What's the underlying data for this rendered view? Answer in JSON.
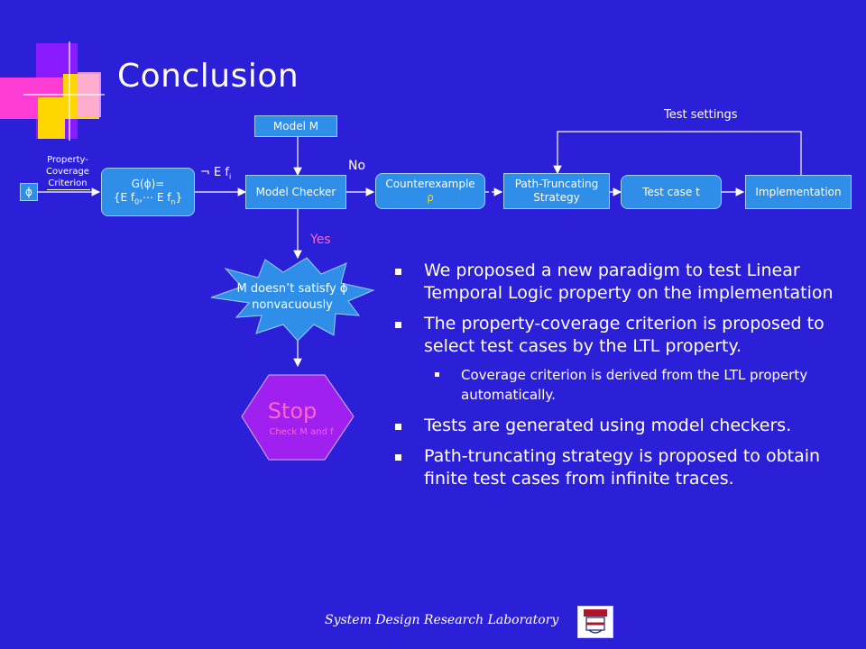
{
  "title": "Conclusion",
  "diagram": {
    "phi": "ϕ",
    "property_coverage": "Property-\nCoverage\nCriterion",
    "g_box_line1": "G(ϕ)=",
    "g_box_line2_prefix": "{E f",
    "g_box_line2_mid": ",⋯ E f",
    "g_box_line2_suffix": "}",
    "sub_0": "0",
    "sub_n": "n",
    "neg_ef_prefix": "¬ E f",
    "sub_i": "i",
    "model_m": "Model M",
    "model_checker": "Model Checker",
    "no_label": "No",
    "yes_label": "Yes",
    "counterexample": "Counterexample",
    "rho": "ρ",
    "path_truncating": "Path-Truncating\nStrategy",
    "test_case": "Test case t",
    "implementation": "Implementation",
    "test_settings": "Test settings",
    "star_text": "M doesn’t satisfy ϕ\nnonvacuously",
    "stop_title": "Stop",
    "stop_sub": "Check M and f"
  },
  "bullets": [
    {
      "level": 1,
      "text": "We proposed a new paradigm to test Linear Temporal Logic property on the implementation"
    },
    {
      "level": 1,
      "text": "The property-coverage criterion is proposed to select test cases by the LTL property."
    },
    {
      "level": 2,
      "text": "Coverage criterion is derived from the LTL property automatically."
    },
    {
      "level": 1,
      "text": "Tests are generated using model checkers."
    },
    {
      "level": 1,
      "text": "Path-truncating strategy is proposed to obtain finite test cases from infinite traces."
    }
  ],
  "footer": "System Design Research Laboratory",
  "colors": {
    "background": "#2b1fd8",
    "box_fill": "#2f8ee8",
    "yes_label": "#ff66cc",
    "stop_fill": "#a020f0",
    "stop_title": "#ff66cc"
  }
}
